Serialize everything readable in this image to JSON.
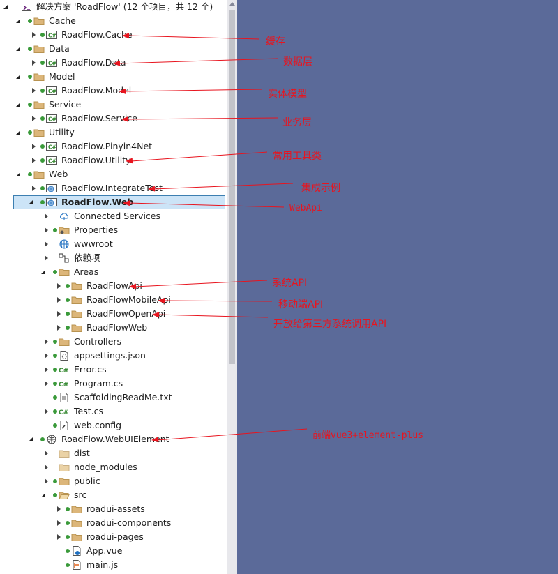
{
  "solution_explorer": {
    "rows": [
      {
        "text": "解决方案 'RoadFlow' (12 个项目，共 12 个)",
        "icon": "solution-icon",
        "arrow": "expanded",
        "dot": false
      },
      {
        "text": "Cache",
        "icon": "folder-icon",
        "arrow": "expanded",
        "dot": true
      },
      {
        "text": "RoadFlow.Cache",
        "icon": "csharp-project-icon",
        "arrow": "collapsed",
        "dot": true
      },
      {
        "text": "Data",
        "icon": "folder-icon",
        "arrow": "expanded",
        "dot": true
      },
      {
        "text": "RoadFlow.Data",
        "icon": "csharp-project-icon",
        "arrow": "collapsed",
        "dot": true
      },
      {
        "text": "Model",
        "icon": "folder-icon",
        "arrow": "expanded",
        "dot": true
      },
      {
        "text": "RoadFlow.Model",
        "icon": "csharp-project-icon",
        "arrow": "collapsed",
        "dot": true
      },
      {
        "text": "Service",
        "icon": "folder-icon",
        "arrow": "expanded",
        "dot": true
      },
      {
        "text": "RoadFlow.Service",
        "icon": "csharp-project-icon",
        "arrow": "collapsed",
        "dot": true
      },
      {
        "text": "Utility",
        "icon": "folder-icon",
        "arrow": "expanded",
        "dot": true
      },
      {
        "text": "RoadFlow.Pinyin4Net",
        "icon": "csharp-project-icon",
        "arrow": "collapsed",
        "dot": true
      },
      {
        "text": "RoadFlow.Utility",
        "icon": "csharp-project-icon",
        "arrow": "collapsed",
        "dot": true
      },
      {
        "text": "Web",
        "icon": "folder-icon",
        "arrow": "expanded",
        "dot": true
      },
      {
        "text": "RoadFlow.IntegrateTest",
        "icon": "web-project-icon",
        "arrow": "collapsed",
        "dot": true
      },
      {
        "text": "RoadFlow.Web",
        "icon": "web-project-icon",
        "arrow": "expanded",
        "dot": true,
        "selected": true
      },
      {
        "text": "Connected Services",
        "icon": "connected-services-icon",
        "arrow": "collapsed",
        "dot": false
      },
      {
        "text": "Properties",
        "icon": "properties-folder-icon",
        "arrow": "collapsed",
        "dot": true
      },
      {
        "text": "wwwroot",
        "icon": "globe-icon",
        "arrow": "collapsed",
        "dot": false
      },
      {
        "text": "依赖项",
        "icon": "dependencies-icon",
        "arrow": "collapsed",
        "dot": false
      },
      {
        "text": "Areas",
        "icon": "folder-icon",
        "arrow": "expanded",
        "dot": true
      },
      {
        "text": "RoadFlowApi",
        "icon": "folder-icon",
        "arrow": "collapsed",
        "dot": true
      },
      {
        "text": "RoadFlowMobileApi",
        "icon": "folder-icon",
        "arrow": "collapsed",
        "dot": true
      },
      {
        "text": "RoadFlowOpenApi",
        "icon": "folder-icon",
        "arrow": "collapsed",
        "dot": true
      },
      {
        "text": "RoadFlowWeb",
        "icon": "folder-icon",
        "arrow": "collapsed",
        "dot": true
      },
      {
        "text": "Controllers",
        "icon": "folder-icon",
        "arrow": "collapsed",
        "dot": true
      },
      {
        "text": "appsettings.json",
        "icon": "json-file-icon",
        "arrow": "collapsed",
        "dot": true
      },
      {
        "text": "Error.cs",
        "icon": "csharp-file-icon",
        "arrow": "collapsed",
        "dot": true
      },
      {
        "text": "Program.cs",
        "icon": "csharp-file-icon",
        "arrow": "collapsed",
        "dot": true
      },
      {
        "text": "ScaffoldingReadMe.txt",
        "icon": "text-file-icon",
        "arrow": "none",
        "dot": true
      },
      {
        "text": "Test.cs",
        "icon": "csharp-file-icon",
        "arrow": "collapsed",
        "dot": true
      },
      {
        "text": "web.config",
        "icon": "config-file-icon",
        "arrow": "none",
        "dot": true
      },
      {
        "text": "RoadFlow.WebUIElement",
        "icon": "web-site-icon",
        "arrow": "expanded",
        "dot": true
      },
      {
        "text": "dist",
        "icon": "folder-icon-light",
        "arrow": "collapsed",
        "dot": false
      },
      {
        "text": "node_modules",
        "icon": "folder-icon-light",
        "arrow": "collapsed",
        "dot": false
      },
      {
        "text": "public",
        "icon": "folder-icon",
        "arrow": "collapsed",
        "dot": true
      },
      {
        "text": "src",
        "icon": "folder-open-icon",
        "arrow": "expanded",
        "dot": true
      },
      {
        "text": "roadui-assets",
        "icon": "folder-icon",
        "arrow": "collapsed",
        "dot": true
      },
      {
        "text": "roadui-components",
        "icon": "folder-icon",
        "arrow": "collapsed",
        "dot": true
      },
      {
        "text": "roadui-pages",
        "icon": "folder-icon",
        "arrow": "collapsed",
        "dot": true
      },
      {
        "text": "App.vue",
        "icon": "vue-file-icon",
        "arrow": "none",
        "dot": true
      },
      {
        "text": "main.js",
        "icon": "js-file-icon",
        "arrow": "none",
        "dot": true
      }
    ]
  },
  "annotations": [
    {
      "text": "缓存",
      "row": 2
    },
    {
      "text": "数据层",
      "row": 4
    },
    {
      "text": "实体模型",
      "row": 6
    },
    {
      "text": "业务层",
      "row": 8
    },
    {
      "text": "常用工具类",
      "row": 11
    },
    {
      "text": "集成示例",
      "row": 13
    },
    {
      "text": "WebApi",
      "row": 14
    },
    {
      "text": "系统API",
      "row": 20
    },
    {
      "text": "移动端API",
      "row": 21
    },
    {
      "text": "开放给第三方系统调用API",
      "row": 22
    },
    {
      "text": "前端vue3+element-plus",
      "row": 31
    }
  ],
  "colors": {
    "annotation": "#e8141e",
    "selection": "#cce4f7",
    "background": "#5b6a99"
  }
}
